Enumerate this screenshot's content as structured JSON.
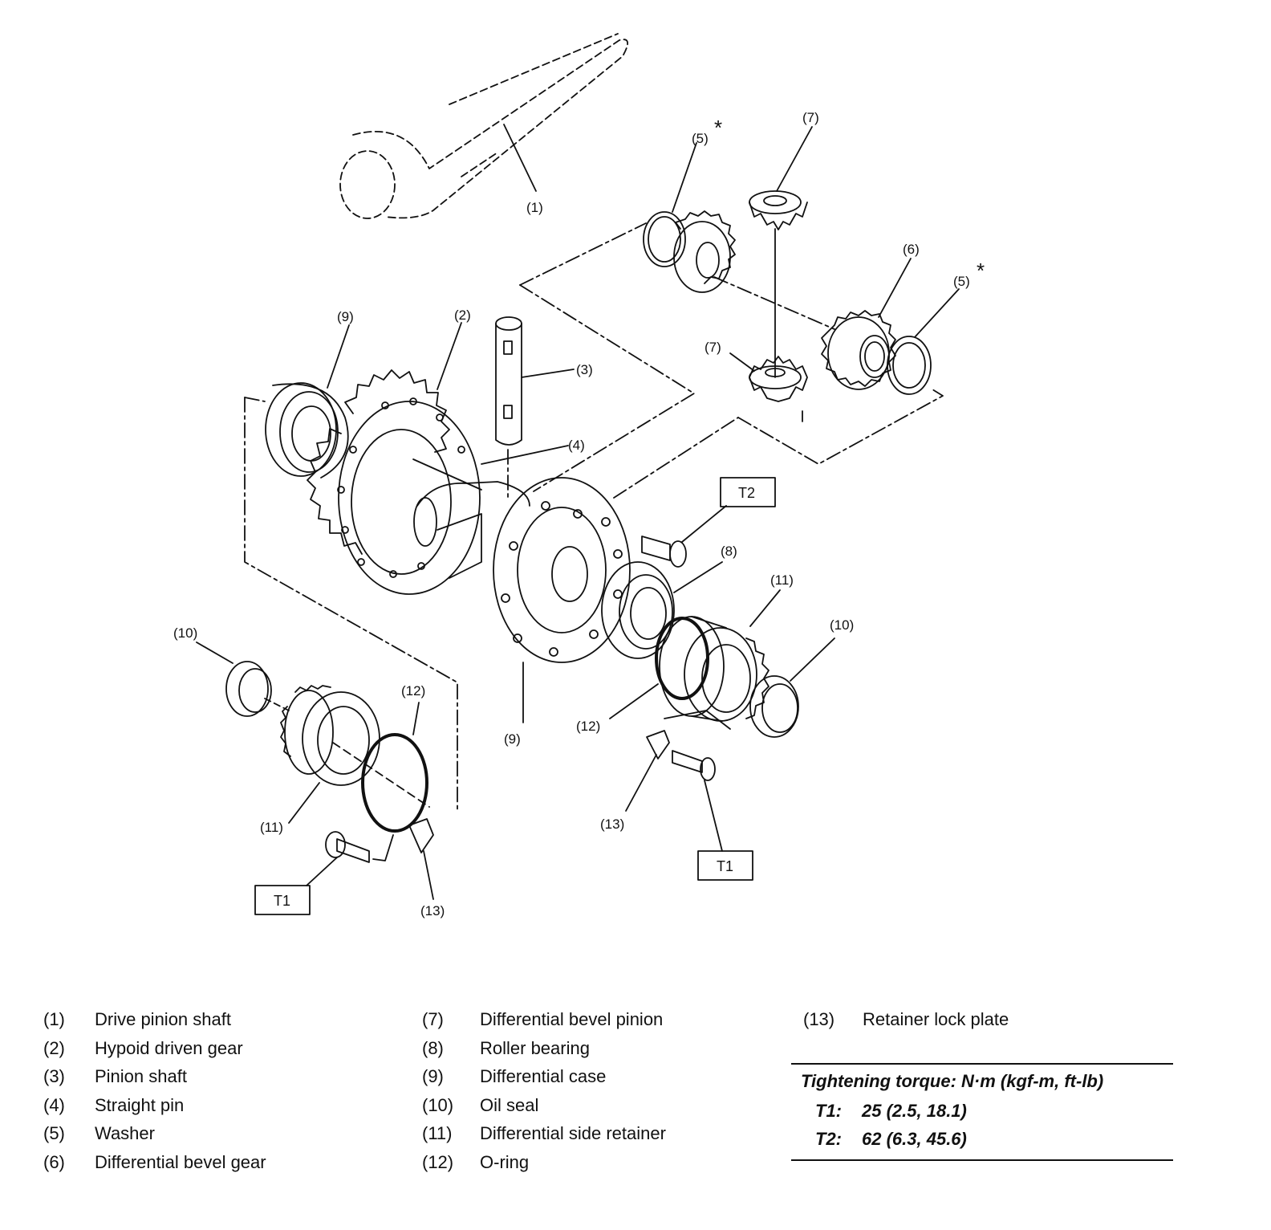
{
  "callouts": {
    "c1": "(1)",
    "c2": "(2)",
    "c3": "(3)",
    "c4": "(4)",
    "c5": "(5)",
    "c6": "(6)",
    "c7": "(7)",
    "c8": "(8)",
    "c9": "(9)",
    "c10": "(10)",
    "c11": "(11)",
    "c12": "(12)",
    "c13": "(13)",
    "asterisk": "*",
    "t1": "T1",
    "t2": "T2"
  },
  "legend": {
    "col1": [
      {
        "num": "(1)",
        "label": "Drive pinion shaft"
      },
      {
        "num": "(2)",
        "label": "Hypoid driven gear"
      },
      {
        "num": "(3)",
        "label": "Pinion shaft"
      },
      {
        "num": "(4)",
        "label": "Straight pin"
      },
      {
        "num": "(5)",
        "label": "Washer"
      },
      {
        "num": "(6)",
        "label": "Differential bevel gear"
      }
    ],
    "col2": [
      {
        "num": "(7)",
        "label": "Differential bevel pinion"
      },
      {
        "num": "(8)",
        "label": "Roller bearing"
      },
      {
        "num": "(9)",
        "label": "Differential case"
      },
      {
        "num": "(10)",
        "label": "Oil seal"
      },
      {
        "num": "(11)",
        "label": "Differential side retainer"
      },
      {
        "num": "(12)",
        "label": "O-ring"
      }
    ],
    "col3": [
      {
        "num": "(13)",
        "label": "Retainer lock plate"
      }
    ]
  },
  "torque": {
    "title": "Tightening torque: N·m (kgf-m, ft-lb)",
    "rows": [
      {
        "label": "T1:",
        "value": "25 (2.5, 18.1)"
      },
      {
        "label": "T2:",
        "value": "62 (6.3, 45.6)"
      }
    ]
  }
}
